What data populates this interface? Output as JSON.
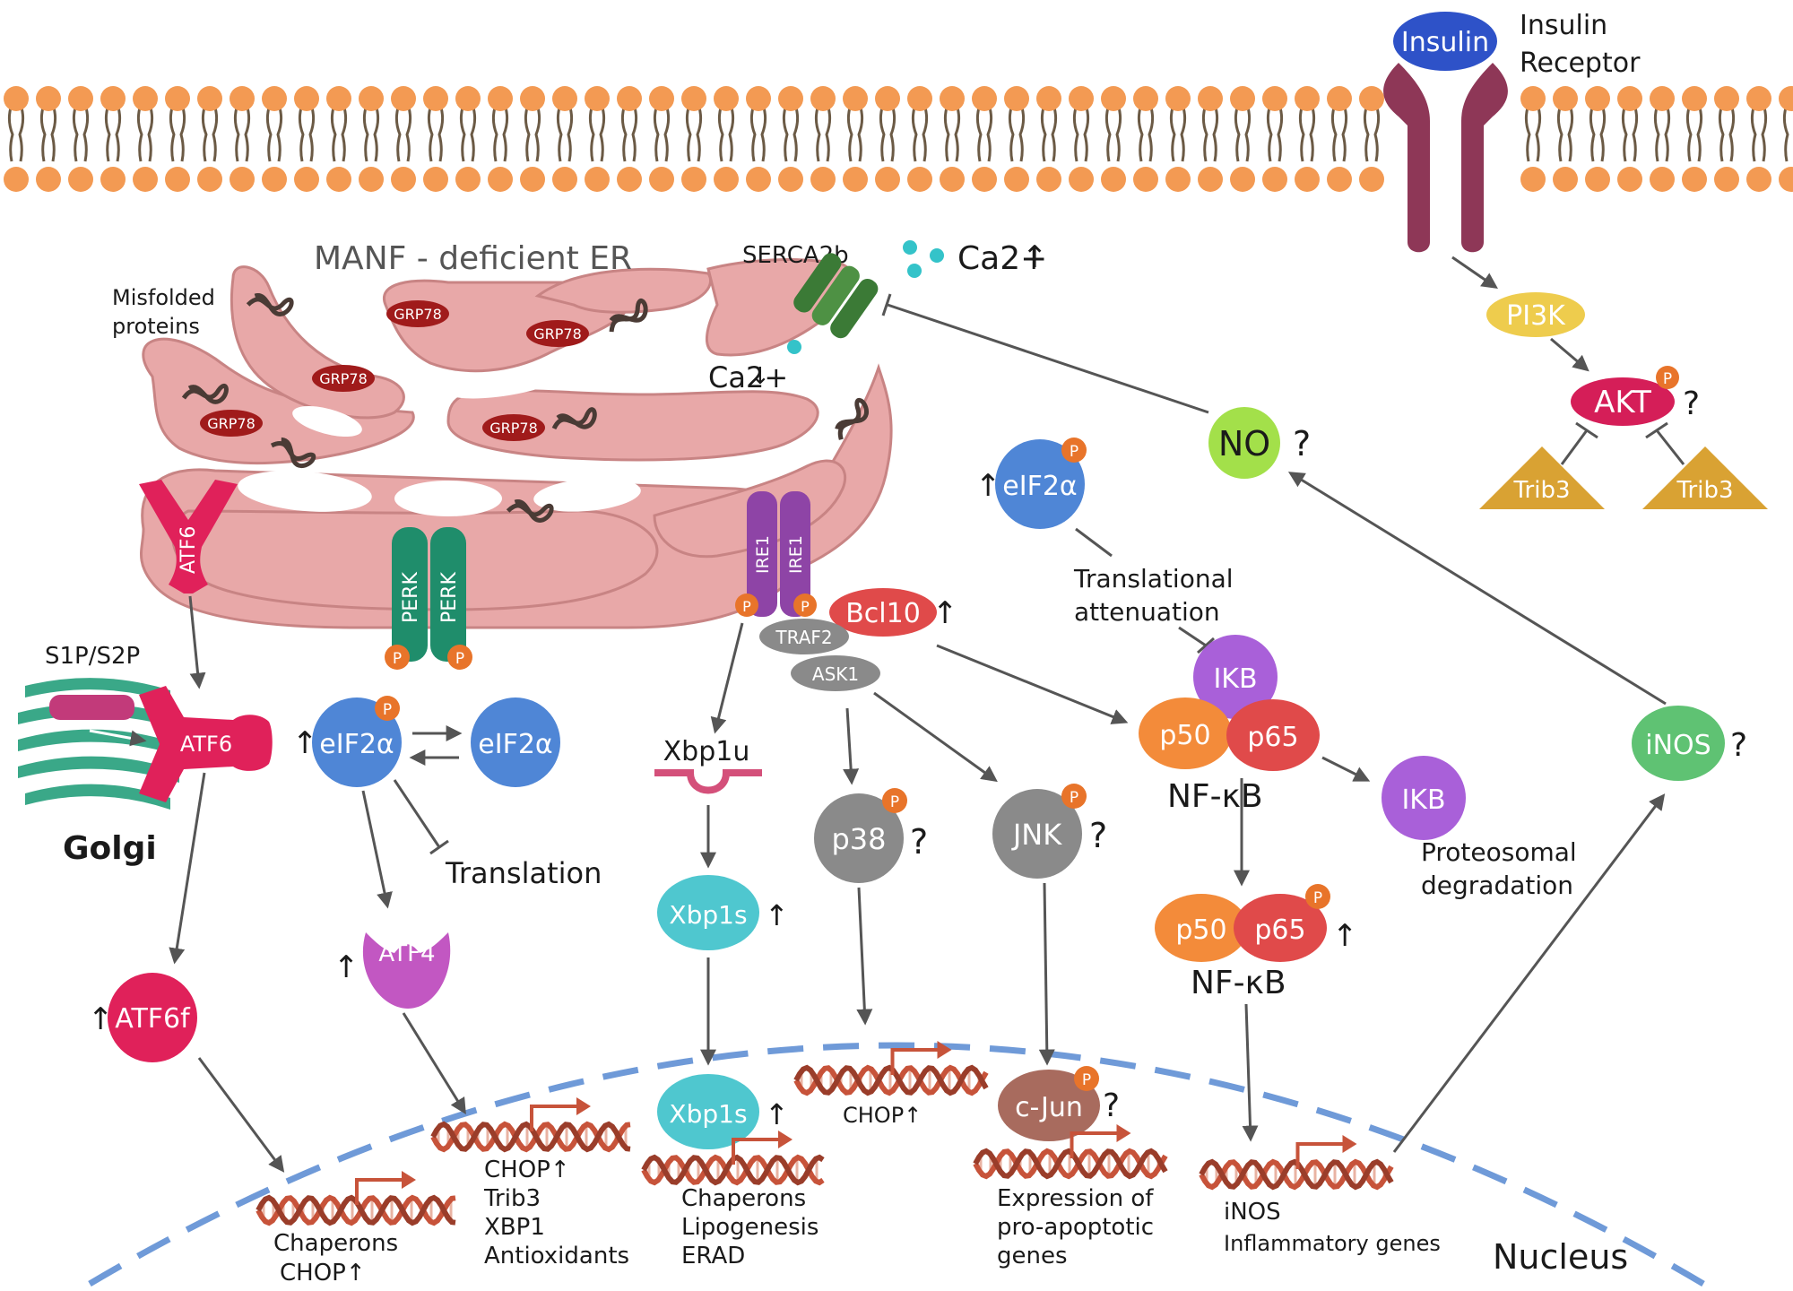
{
  "colors": {
    "lipid_head": "#f39a53",
    "lipid_tail": "#6b5a45",
    "er": "#e8a8a8",
    "er_stroke": "#c88484",
    "grp78": "#a01b1b",
    "atf6": "#e0215a",
    "perk": "#1f8d6b",
    "ire1": "#8e44a6",
    "phospho": "#e8742a",
    "eif2a": "#4f86d6",
    "atf4": "#c257c2",
    "xbp": "#4fc7cf",
    "gray_kinase": "#8a8a8a",
    "cjun": "#a86b5e",
    "ikb": "#a960d9",
    "p50": "#f38b3a",
    "p65": "#e04a4a",
    "no": "#a3e04a",
    "inos": "#5fc273",
    "pi3k": "#eecc4d",
    "akt": "#d51e58",
    "trib3": "#d9a233",
    "insulin": "#2e52c8",
    "receptor": "#8e3757",
    "golgi": "#3aa888",
    "dna": "#c7533a",
    "nucleus": "#6f9ad8",
    "serca": "#3b7a36",
    "bcl10": "#e04a4a"
  },
  "labels": {
    "insulin": "Insulin",
    "insulin_receptor_1": "Insulin",
    "insulin_receptor_2": "Receptor",
    "pi3k": "PI3K",
    "akt": "AKT",
    "akt_q": "?",
    "trib3": "Trib3",
    "er_title": "MANF - deficient ER",
    "misfolded_1": "Misfolded",
    "misfolded_2": "proteins",
    "grp78": "GRP78",
    "serca": "SERCA2b",
    "ca_out": "Ca2+",
    "ca_in": "Ca2+",
    "no": "NO",
    "no_q": "?",
    "atf6": "ATF6",
    "perk": "PERK",
    "ire1": "IRE1",
    "p": "P",
    "s1p": "S1P/S2P",
    "golgi": "Golgi",
    "eif2a": "eIF2α",
    "translation": "Translation",
    "atf4": "ATF4",
    "atf6f": "ATF6f",
    "bcl10": "Bcl10",
    "traf2": "TRAF2",
    "ask1": "ASK1",
    "xbp1u": "Xbp1u",
    "xbp1s": "Xbp1s",
    "p38": "p38",
    "jnk": "JNK",
    "q": "?",
    "transl_att_1": "Translational",
    "transl_att_2": "attenuation",
    "ikb": "IKB",
    "p50": "p50",
    "p65": "p65",
    "nfkb": "NF-κB",
    "proteo_1": "Proteosomal",
    "proteo_2": "degradation",
    "inos": "iNOS",
    "inos_q": "?",
    "cjun": "c-Jun",
    "nucleus": "Nucleus",
    "up": "↑",
    "down": "↓",
    "gene_atf6_1": "Chaperons",
    "gene_atf6_2": "CHOP↑",
    "gene_atf4_1": "CHOP↑",
    "gene_atf4_2": "Trib3",
    "gene_atf4_3": "XBP1",
    "gene_atf4_4": "Antioxidants",
    "gene_xbp_1": "Chaperons",
    "gene_xbp_2": "Lipogenesis",
    "gene_xbp_3": "ERAD",
    "gene_chop": "CHOP↑",
    "gene_jun_1": "Expression of",
    "gene_jun_2": "pro-apoptotic",
    "gene_jun_3": "genes",
    "gene_inos_1": "iNOS",
    "gene_inos_2": "Inflammatory genes"
  }
}
